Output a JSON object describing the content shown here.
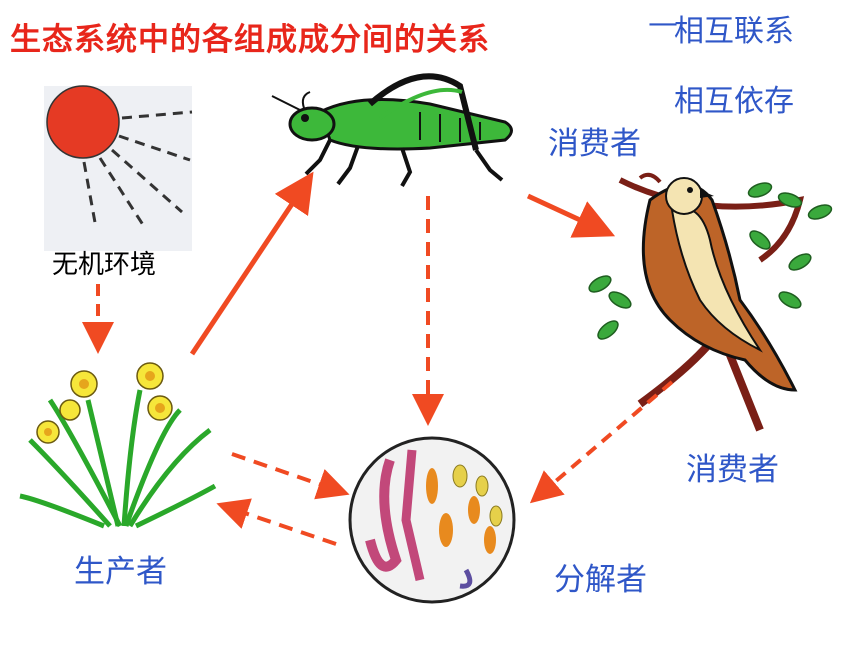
{
  "title": "生态系统中的各组成成分间的关系",
  "title_dash": "—",
  "relations": [
    "相互联系",
    "相互依存"
  ],
  "labels": {
    "abiotic": "无机环境",
    "consumer_primary": "消费者",
    "consumer_secondary": "消费者",
    "producer": "生产者",
    "decomposer": "分解者"
  },
  "colors": {
    "title": "#e8261b",
    "label_blue": "#2f57c8",
    "arrow": "#f04a22",
    "sun": "#e53a24"
  },
  "icons": [
    "sun-icon",
    "grasshopper-icon",
    "bird-icon",
    "daffodil-icon",
    "microbes-icon"
  ]
}
